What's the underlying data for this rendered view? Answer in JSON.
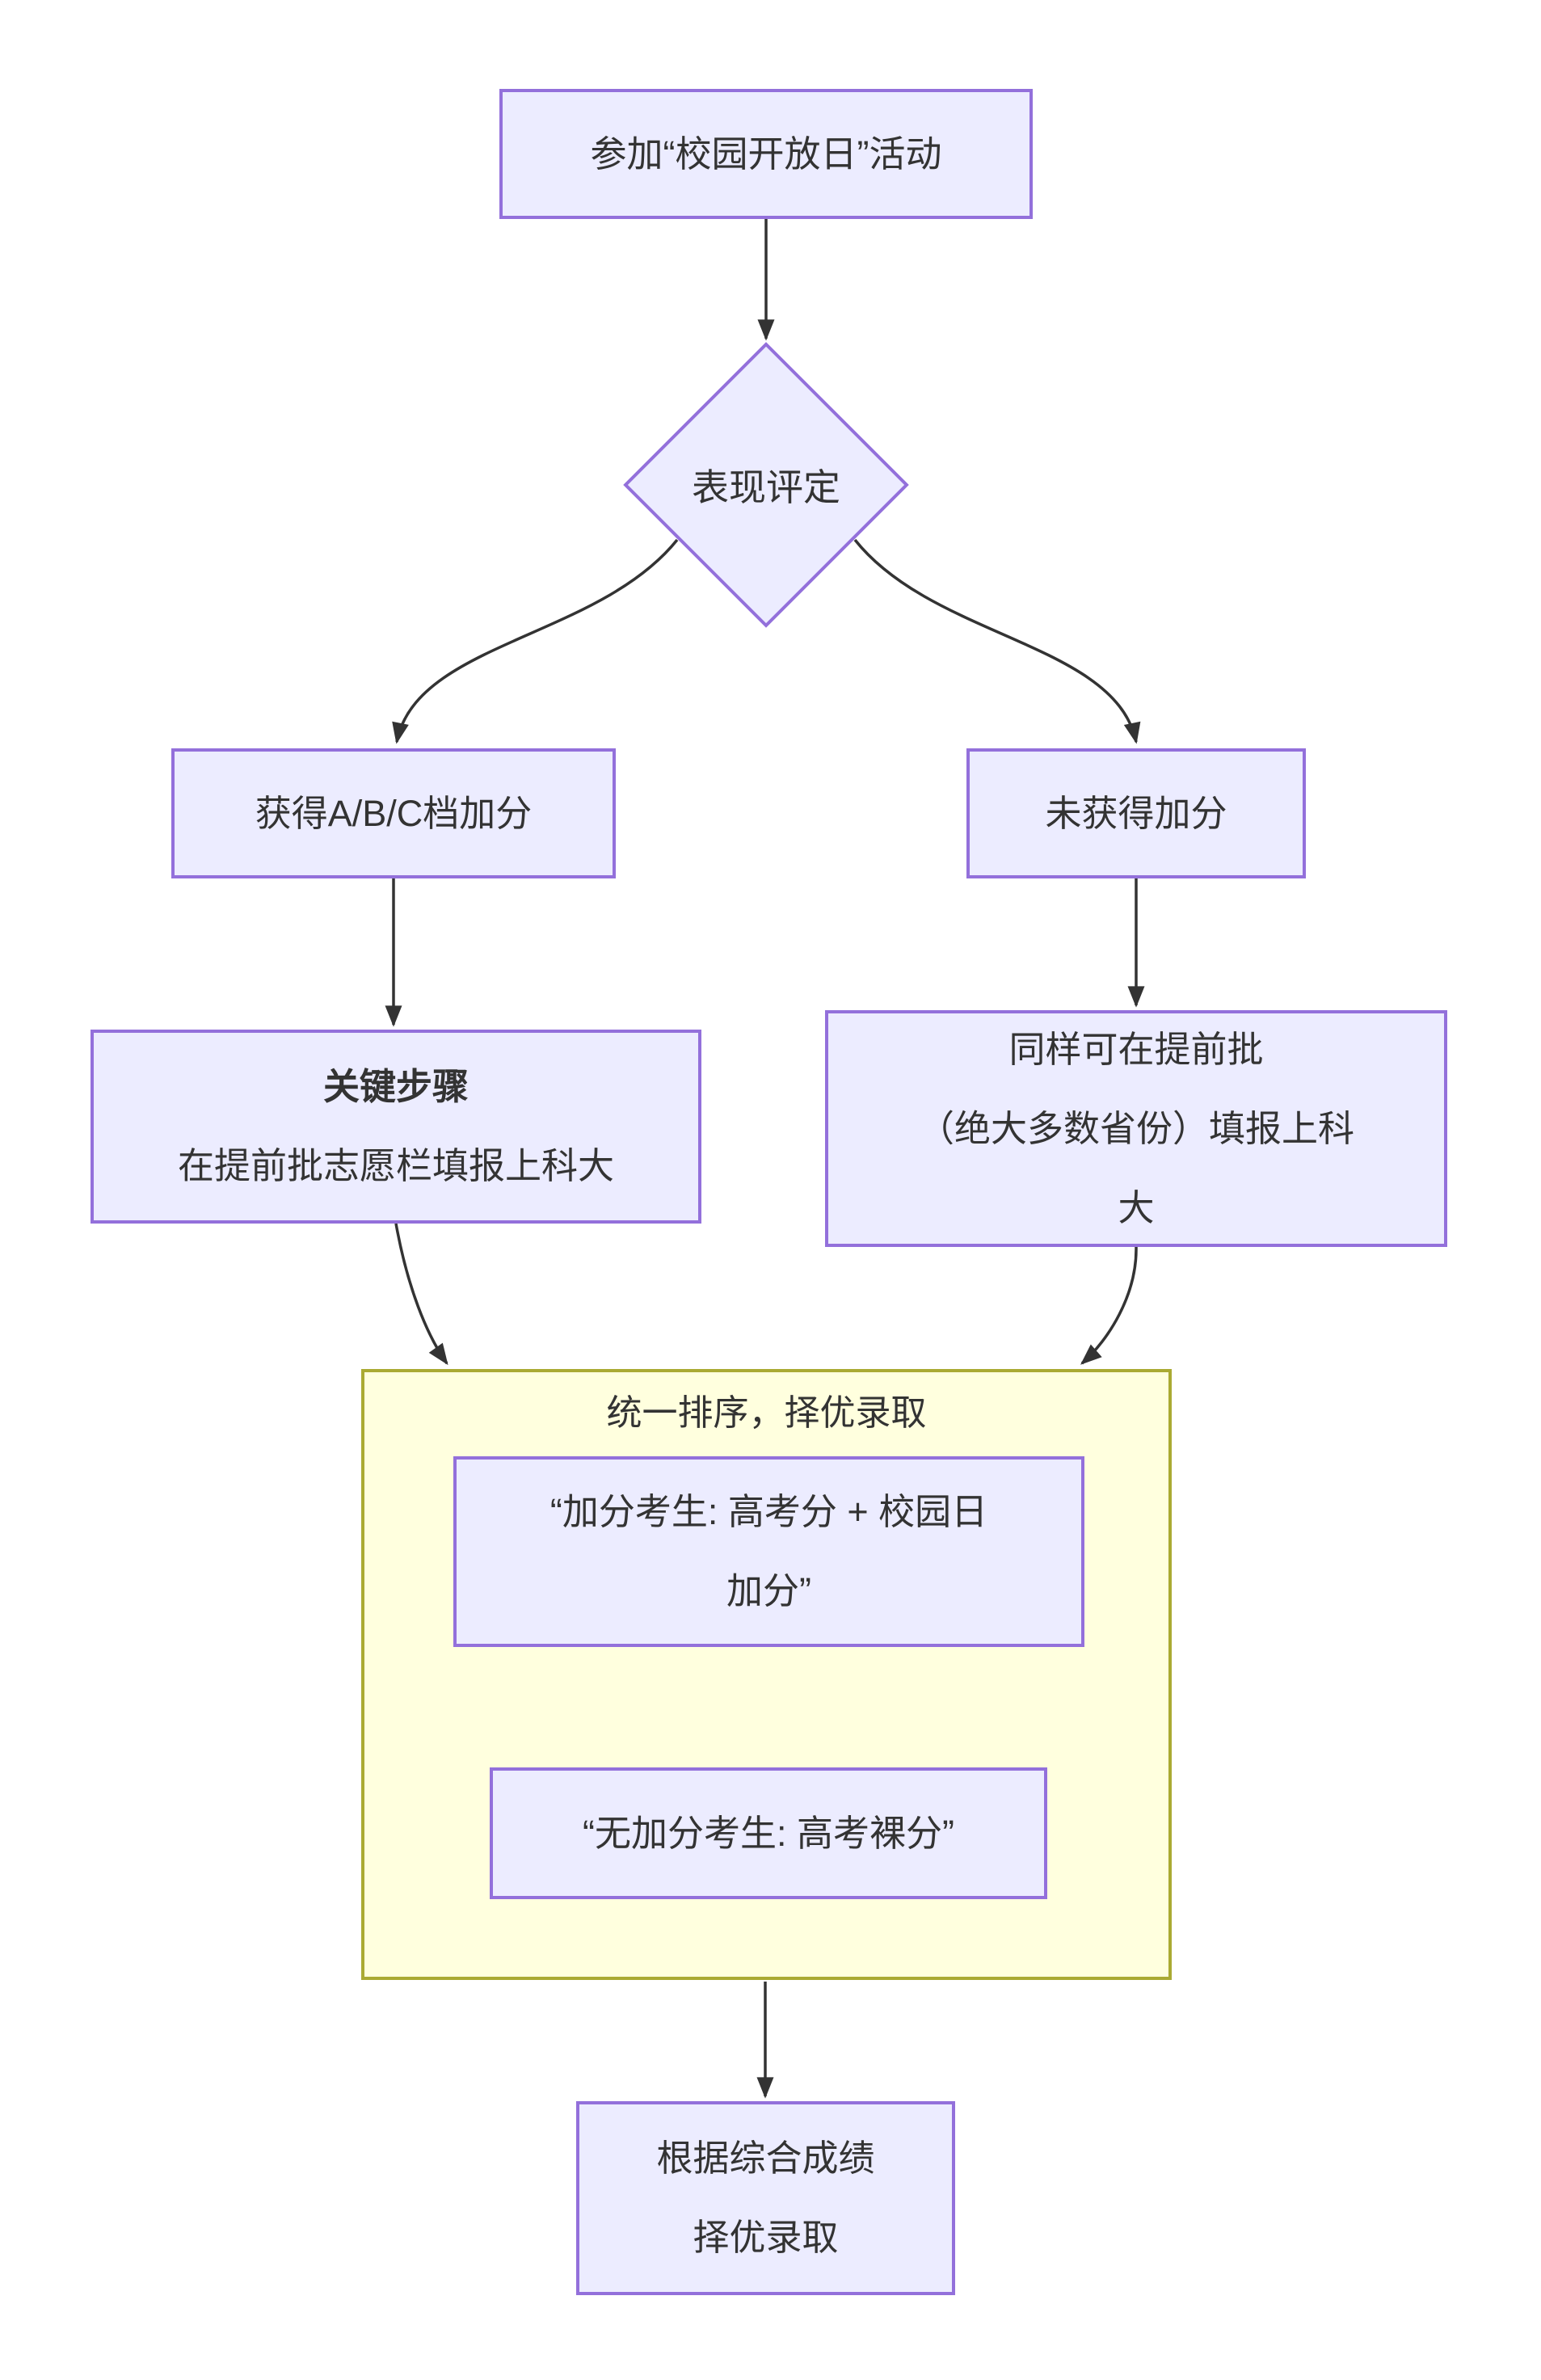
{
  "colors": {
    "node_fill": "#ECECFF",
    "node_border": "#9370DB",
    "container_fill": "#FFFFDE",
    "container_border": "#AAAA33",
    "edge": "#333333",
    "text": "#333333",
    "bg": "#FFFFFF"
  },
  "flowchart": {
    "open_day": {
      "label": "参加“校园开放日”活动"
    },
    "evaluation": {
      "label": "表现评定"
    },
    "bonus": {
      "label": "获得A/B/C档加分"
    },
    "no_bonus": {
      "label": "未获得加分"
    },
    "key_step": {
      "heading": "关键步骤",
      "body": "在提前批志愿栏填报上科大"
    },
    "early_batch": {
      "lines": [
        "同样可在提前批",
        "（绝大多数省份）填报上科",
        "大"
      ]
    },
    "ranking": {
      "title": "统一排序，择优录取",
      "bonus_candidates": {
        "lines": [
          "“加分考生: 高考分 + 校园日",
          "加分”"
        ]
      },
      "no_bonus_candidates": {
        "label": "“无加分考生: 高考裸分”"
      }
    },
    "admission": {
      "lines": [
        "根据综合成绩",
        "择优录取"
      ]
    }
  }
}
